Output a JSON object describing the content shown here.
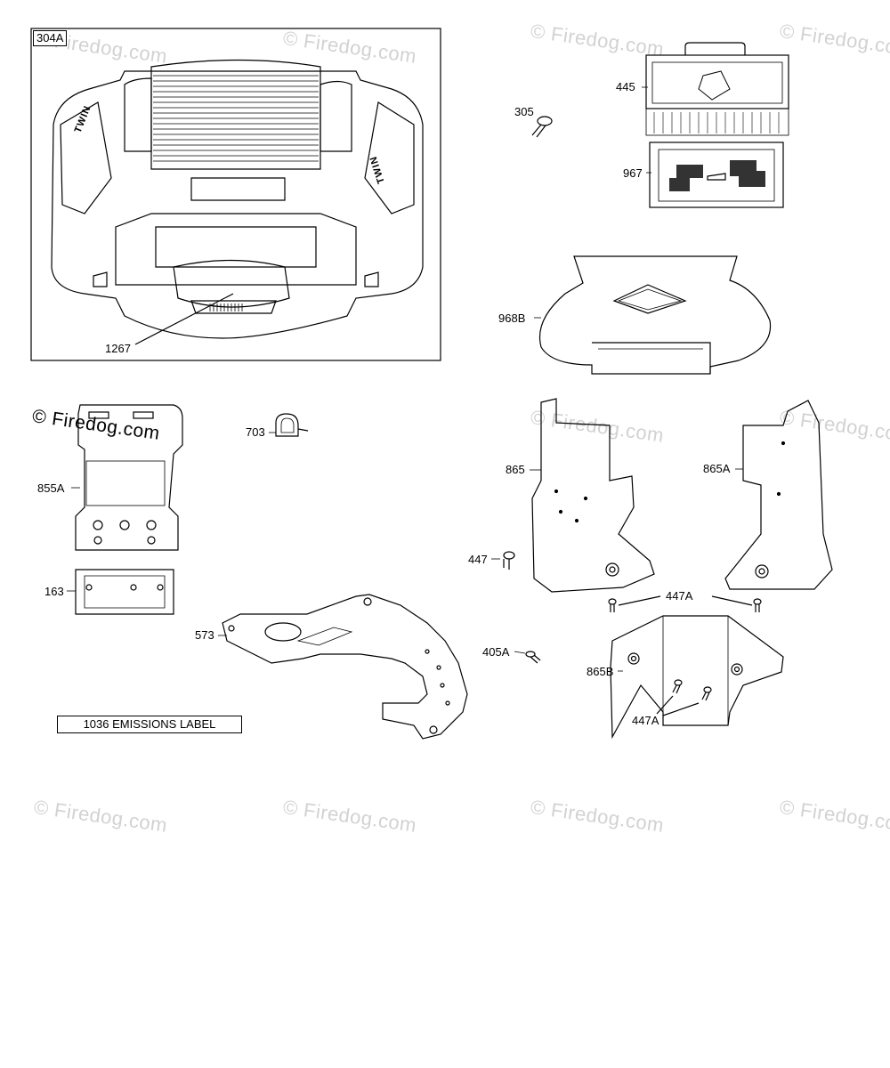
{
  "diagram": {
    "box_label": "304A",
    "twin_text": "TWIN",
    "watermark": "© Firedog.com",
    "emissions_label": "1036 EMISSIONS LABEL",
    "parts": {
      "p1267": "1267",
      "p305": "305",
      "p445": "445",
      "p967": "967",
      "p968B": "968B",
      "p855A": "855A",
      "p163": "163",
      "p703": "703",
      "p573": "573",
      "p865": "865",
      "p865A": "865A",
      "p447": "447",
      "p447A_top": "447A",
      "p405A": "405A",
      "p865B": "865B",
      "p447A_bottom": "447A"
    }
  },
  "colors": {
    "line": "#000000",
    "watermark": "#d2d2d2",
    "background": "#ffffff"
  }
}
